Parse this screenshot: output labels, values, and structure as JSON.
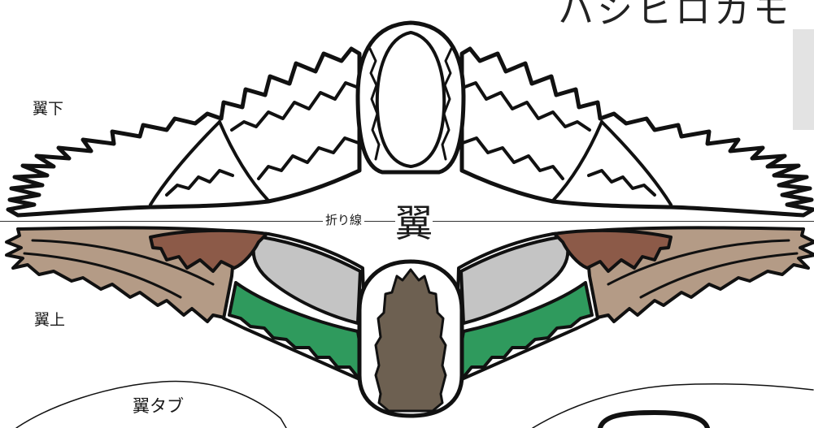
{
  "title": "ハシヒロカモ",
  "labels": {
    "underwing": "翼下",
    "upperwing": "翼上",
    "wing_tab": "翼タブ",
    "fold_line": "折り線",
    "part_name": "翼"
  },
  "colors": {
    "outline": "#111111",
    "paper": "#ffffff",
    "primaries": "#b49b86",
    "shoulder": "#8c5a48",
    "coverts": "#c4c4c4",
    "speculum": "#2f9a5d",
    "center": "#6d6051",
    "fold_line": "#333333",
    "page_edge": "#e3e3e3"
  }
}
